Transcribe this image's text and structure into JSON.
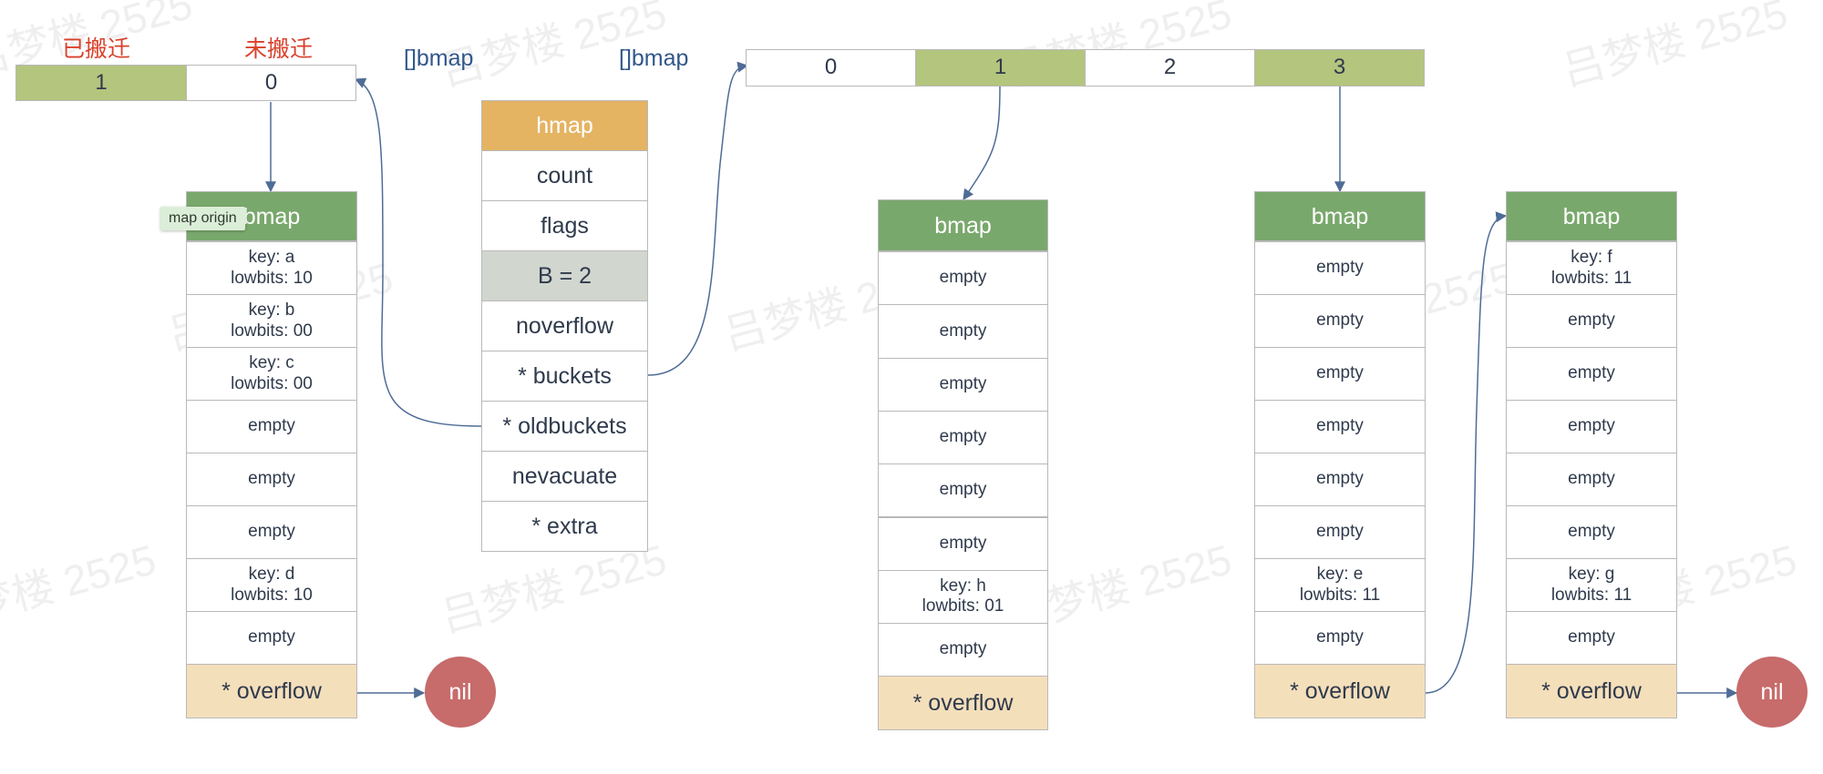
{
  "old_array": {
    "status_labels": {
      "migrated": "已搬迁",
      "not_migrated": "未搬迁"
    },
    "cells": [
      "1",
      "0"
    ],
    "type_label": "[]bmap"
  },
  "new_array": {
    "type_label": "[]bmap",
    "cells": [
      "0",
      "1",
      "2",
      "3"
    ]
  },
  "hmap": {
    "title": "hmap",
    "fields": [
      "count",
      "flags",
      "B = 2",
      "noverflow",
      "* buckets",
      "* oldbuckets",
      "nevacuate",
      "* extra"
    ]
  },
  "tooltip": "map origin",
  "old_bucket": {
    "title": "bmap",
    "slots": [
      [
        "key: a",
        "lowbits: 10"
      ],
      [
        "key: b",
        "lowbits: 00"
      ],
      [
        "key: c",
        "lowbits: 00"
      ],
      [
        "empty"
      ],
      [
        "empty"
      ],
      [
        "empty"
      ],
      [
        "key: d",
        "lowbits: 10"
      ],
      [
        "empty"
      ]
    ],
    "overflow": "* overflow"
  },
  "bucket1": {
    "title": "bmap",
    "slots": [
      [
        "empty"
      ],
      [
        "empty"
      ],
      [
        "empty"
      ],
      [
        "empty"
      ],
      [
        "empty"
      ],
      [
        "empty"
      ],
      [
        "key: h",
        "lowbits: 01"
      ],
      [
        "empty"
      ]
    ],
    "overflow": "* overflow"
  },
  "bucket3": {
    "title": "bmap",
    "slots": [
      [
        "empty"
      ],
      [
        "empty"
      ],
      [
        "empty"
      ],
      [
        "empty"
      ],
      [
        "empty"
      ],
      [
        "empty"
      ],
      [
        "key: e",
        "lowbits: 11"
      ],
      [
        "empty"
      ]
    ],
    "overflow": "* overflow"
  },
  "overflow_bucket": {
    "title": "bmap",
    "slots": [
      [
        "key: f",
        "lowbits: 11"
      ],
      [
        "empty"
      ],
      [
        "empty"
      ],
      [
        "empty"
      ],
      [
        "empty"
      ],
      [
        "empty"
      ],
      [
        "key: g",
        "lowbits: 11"
      ],
      [
        "empty"
      ]
    ],
    "overflow": "* overflow"
  },
  "nil_label": "nil",
  "watermark": "吕梦楼 2525",
  "colors": {
    "light_green": "#b4c57e",
    "bucket_header": "#79a86c",
    "hmap_header": "#e4b463",
    "b_field": "#d1d6cf",
    "overflow": "#f4dfbb",
    "nil": "#c76b6b",
    "red_label": "#d9412b",
    "blue_label": "#31578a",
    "arrow": "#4f6c96"
  }
}
